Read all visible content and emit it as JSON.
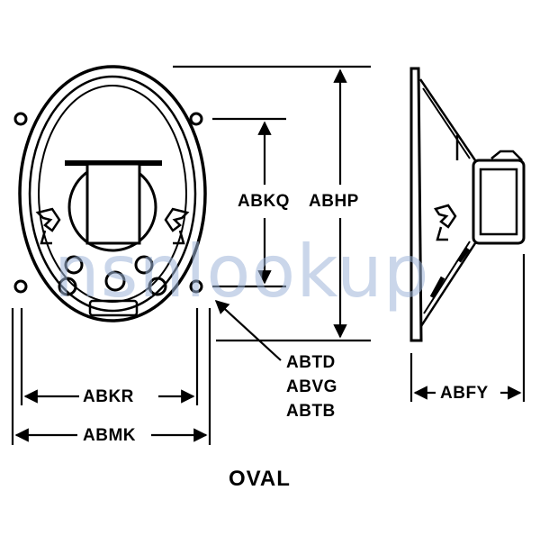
{
  "labels": {
    "abkq": "ABKQ",
    "abhp": "ABHP",
    "abtd": "ABTD",
    "abvg": "ABVG",
    "abtb": "ABTB",
    "abkr": "ABKR",
    "abmk": "ABMK",
    "abfy": "ABFY",
    "title": "OVAL"
  },
  "watermark": "nsnlookup",
  "colors": {
    "ink": "#000000",
    "watermark": "#9fb6d9",
    "paper": "#ffffff"
  }
}
